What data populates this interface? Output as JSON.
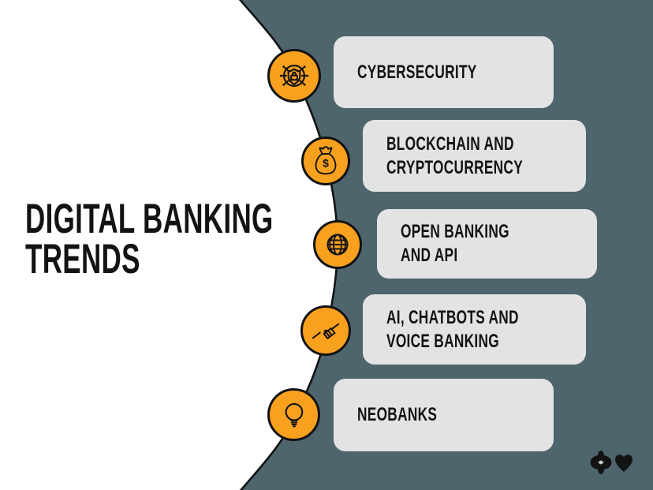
{
  "title": "DIGITAL BANKING\nTRENDS",
  "cards": [
    {
      "label": "CYBERSECURITY",
      "icon": "shield-lock-circuit-icon"
    },
    {
      "label": "BLOCKCHAIN AND\nCRYPTOCURRENCY",
      "icon": "money-bag-icon"
    },
    {
      "label": "OPEN BANKING AND API",
      "icon": "globe-icon"
    },
    {
      "label": "AI, CHATBOTS AND\nVOICE BANKING",
      "icon": "handshake-icon"
    },
    {
      "label": "NEOBANKS",
      "icon": "lightbulb-icon"
    }
  ],
  "icons": {
    "currency_symbol": "$",
    "decor": [
      "flower-icon",
      "heart-icon"
    ]
  },
  "colors": {
    "background": "#4e656d",
    "panel": "#ffffff",
    "card": "#e3e3e3",
    "accent": "#f8a11e",
    "ink": "#131313"
  }
}
